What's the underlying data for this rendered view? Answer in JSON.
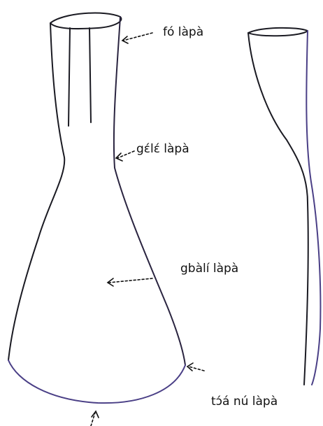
{
  "labels": {
    "top": "fó làpà",
    "neck": "gɛ́lɛ́ làpà",
    "body": "gbàlí làpà",
    "base": "tɔ́á nú làpà"
  }
}
